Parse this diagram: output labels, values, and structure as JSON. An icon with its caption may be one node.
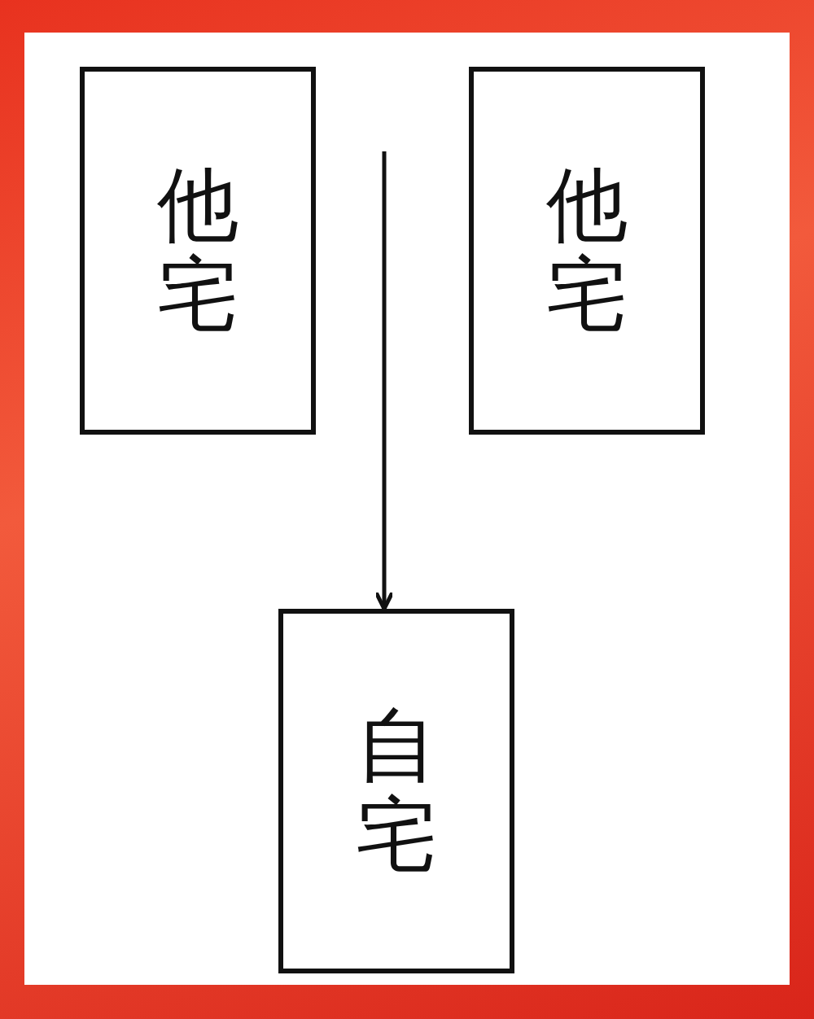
{
  "diagram": {
    "nodes": [
      {
        "text": [
          "他宅"
        ]
      },
      {
        "text": [
          "他宅"
        ]
      },
      {
        "text": [
          "自宅"
        ]
      }
    ],
    "edges": [
      {
        "from": null,
        "to": 2,
        "arrow": "to"
      }
    ]
  }
}
